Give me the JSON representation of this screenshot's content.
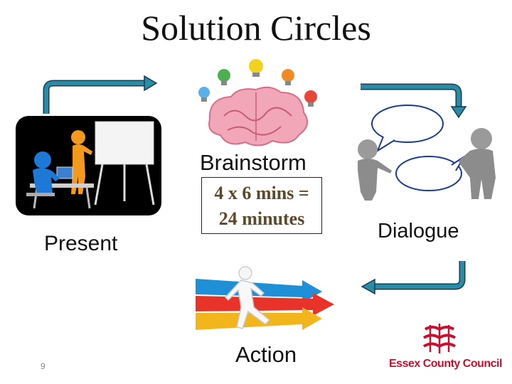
{
  "title": "Solution Circles",
  "present_label": "Present",
  "brainstorm_label": "Brainstorm",
  "time_line1": "4 x 6 mins =",
  "time_line2": "24 minutes",
  "dialogue_label": "Dialogue",
  "action_label": "Action",
  "slide_number": "9",
  "logo_text": "Essex County Council",
  "colors": {
    "arrow": "#2a8ba6",
    "arrow_stroke": "#1b3b4a",
    "brand_red": "#c8102e"
  }
}
